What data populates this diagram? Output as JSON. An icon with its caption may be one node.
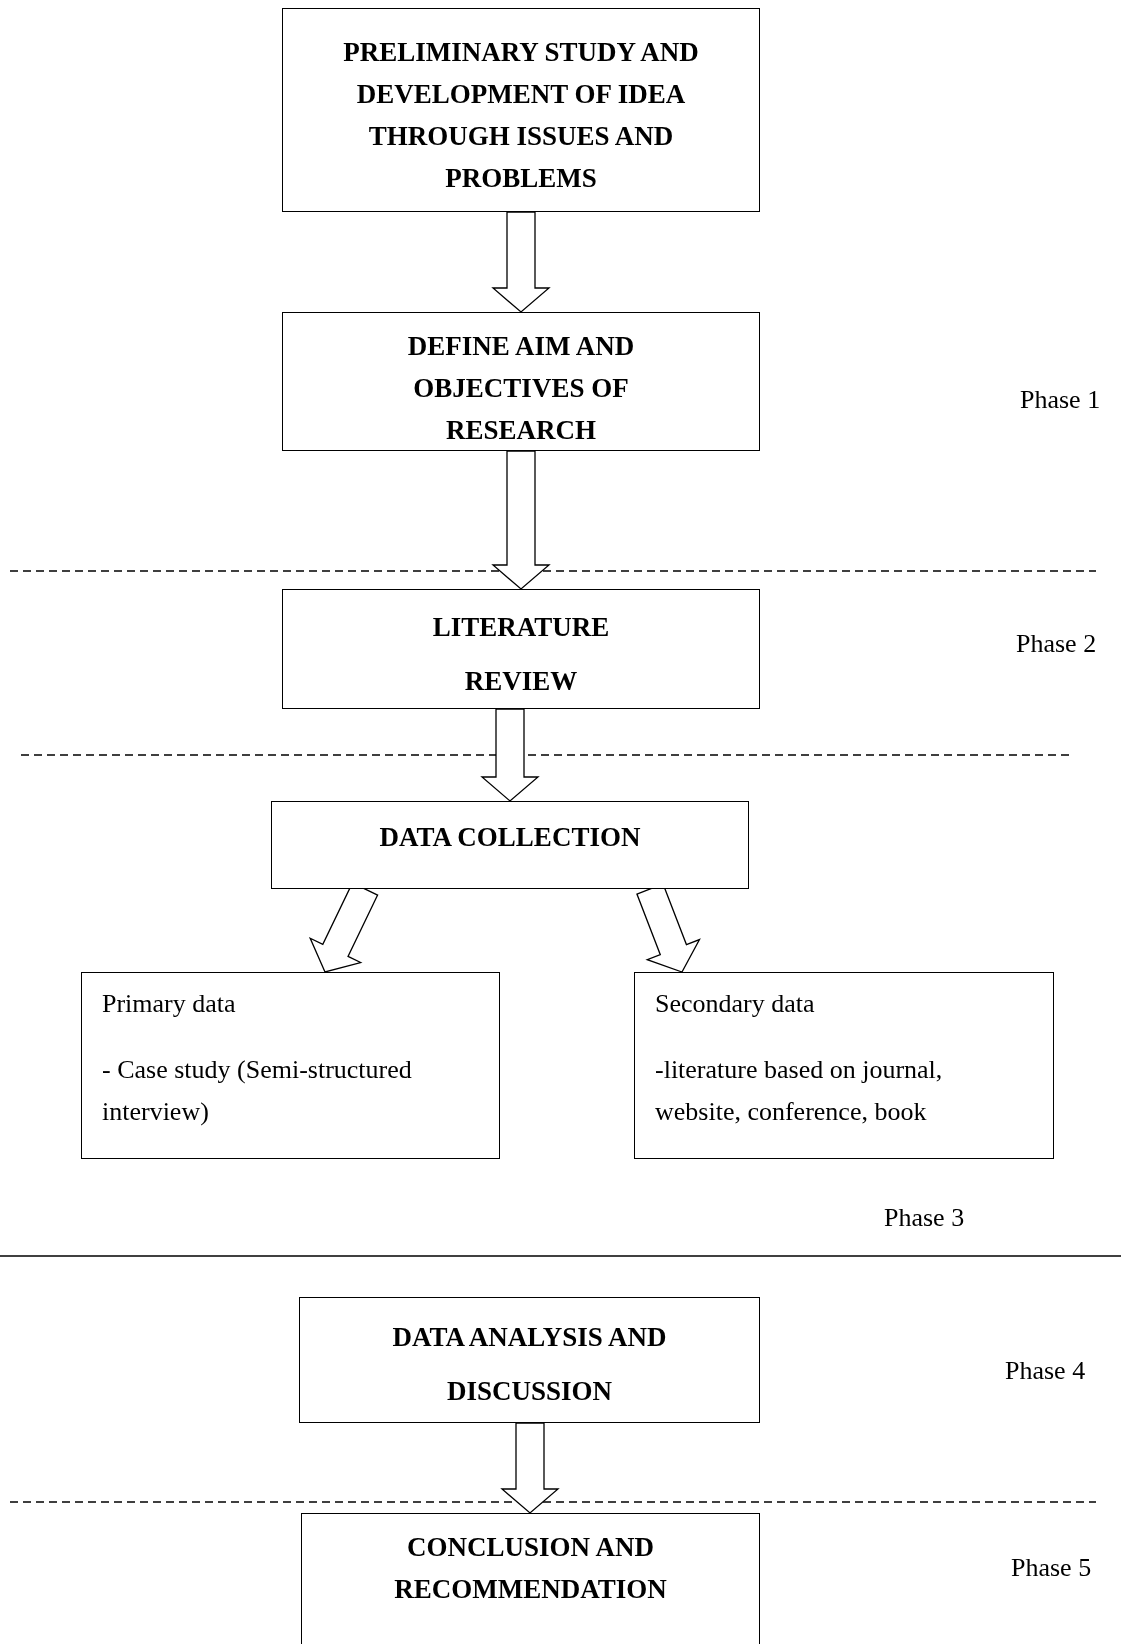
{
  "diagram": {
    "nodes": [
      {
        "text": [
          "PRELIMINARY STUDY AND DEVELOPMENT OF IDEA THROUGH ISSUES AND PROBLEMS"
        ]
      },
      {
        "text": [
          "DEFINE AIM AND OBJECTIVES OF RESEARCH"
        ]
      },
      {
        "text": [
          "LITERATURE REVIEW"
        ]
      },
      {
        "text": [
          "DATA COLLECTION"
        ]
      },
      {
        "text": [
          "Primary data",
          "- Case study (Semi-structured interview)"
        ]
      },
      {
        "text": [
          "Secondary data",
          "-literature based on journal, website, conference, book"
        ]
      },
      {
        "text": [
          "DATA ANALYSIS AND DISCUSSION"
        ]
      },
      {
        "text": [
          "CONCLUSION AND RECOMMENDATION"
        ]
      }
    ],
    "edges": [
      {
        "from": 0,
        "to": 1,
        "arrow": "to"
      },
      {
        "from": 1,
        "to": 2,
        "arrow": "to"
      },
      {
        "from": 2,
        "to": 3,
        "arrow": "to"
      },
      {
        "from": 3,
        "to": 4,
        "arrow": "to"
      },
      {
        "from": 3,
        "to": 5,
        "arrow": "to"
      },
      {
        "from": 6,
        "to": 7,
        "arrow": "to"
      }
    ],
    "labels": [
      "Phase 1",
      "Phase 2",
      "Phase 3",
      "Phase 4",
      "Phase 5"
    ]
  }
}
